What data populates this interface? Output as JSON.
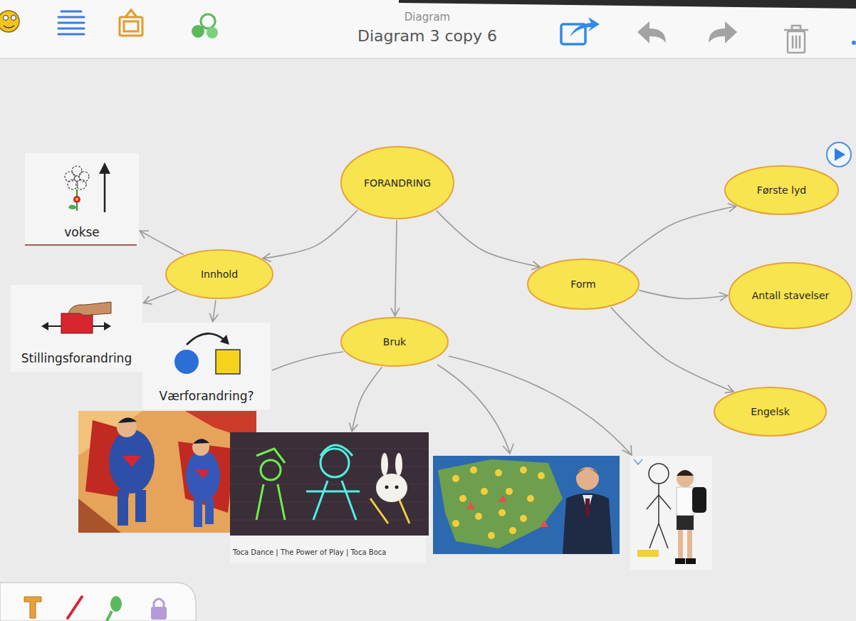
{
  "diagram": {
    "title": "Diagram 3 copy 6",
    "nodes": [
      {
        "text": [
          "vokse"
        ]
      },
      {
        "text": [
          "FORANDRING"
        ]
      },
      {
        "text": [
          "Første lyd"
        ]
      },
      {
        "text": [
          "Innhold"
        ]
      },
      {
        "text": [
          "Form"
        ]
      },
      {
        "text": [
          "Antall stavelser"
        ]
      },
      {
        "text": [
          "Stillingsforandring"
        ]
      },
      {
        "text": [
          "Bruk"
        ]
      },
      {
        "text": [
          "Værforandring?"
        ]
      },
      {
        "text": [
          "Engelsk"
        ]
      },
      {
        "text": [
          "Toca Dance | The Power of Play | Toca Boca"
        ]
      }
    ],
    "edges": [
      {
        "from": 1,
        "to": 3,
        "arrow": "to"
      },
      {
        "from": 1,
        "to": 7,
        "arrow": "to"
      },
      {
        "from": 1,
        "to": 4,
        "arrow": "to"
      },
      {
        "from": 3,
        "to": 0,
        "arrow": "to"
      },
      {
        "from": 3,
        "to": 6,
        "arrow": "to"
      },
      {
        "from": 3,
        "to": 8,
        "arrow": "to"
      },
      {
        "from": 4,
        "to": 2,
        "arrow": "to"
      },
      {
        "from": 4,
        "to": 5,
        "arrow": "to"
      },
      {
        "from": 4,
        "to": 9,
        "arrow": "to"
      },
      {
        "from": 7,
        "to": 10,
        "arrow": "to"
      }
    ],
    "labels": [
      "Diagram"
    ]
  }
}
